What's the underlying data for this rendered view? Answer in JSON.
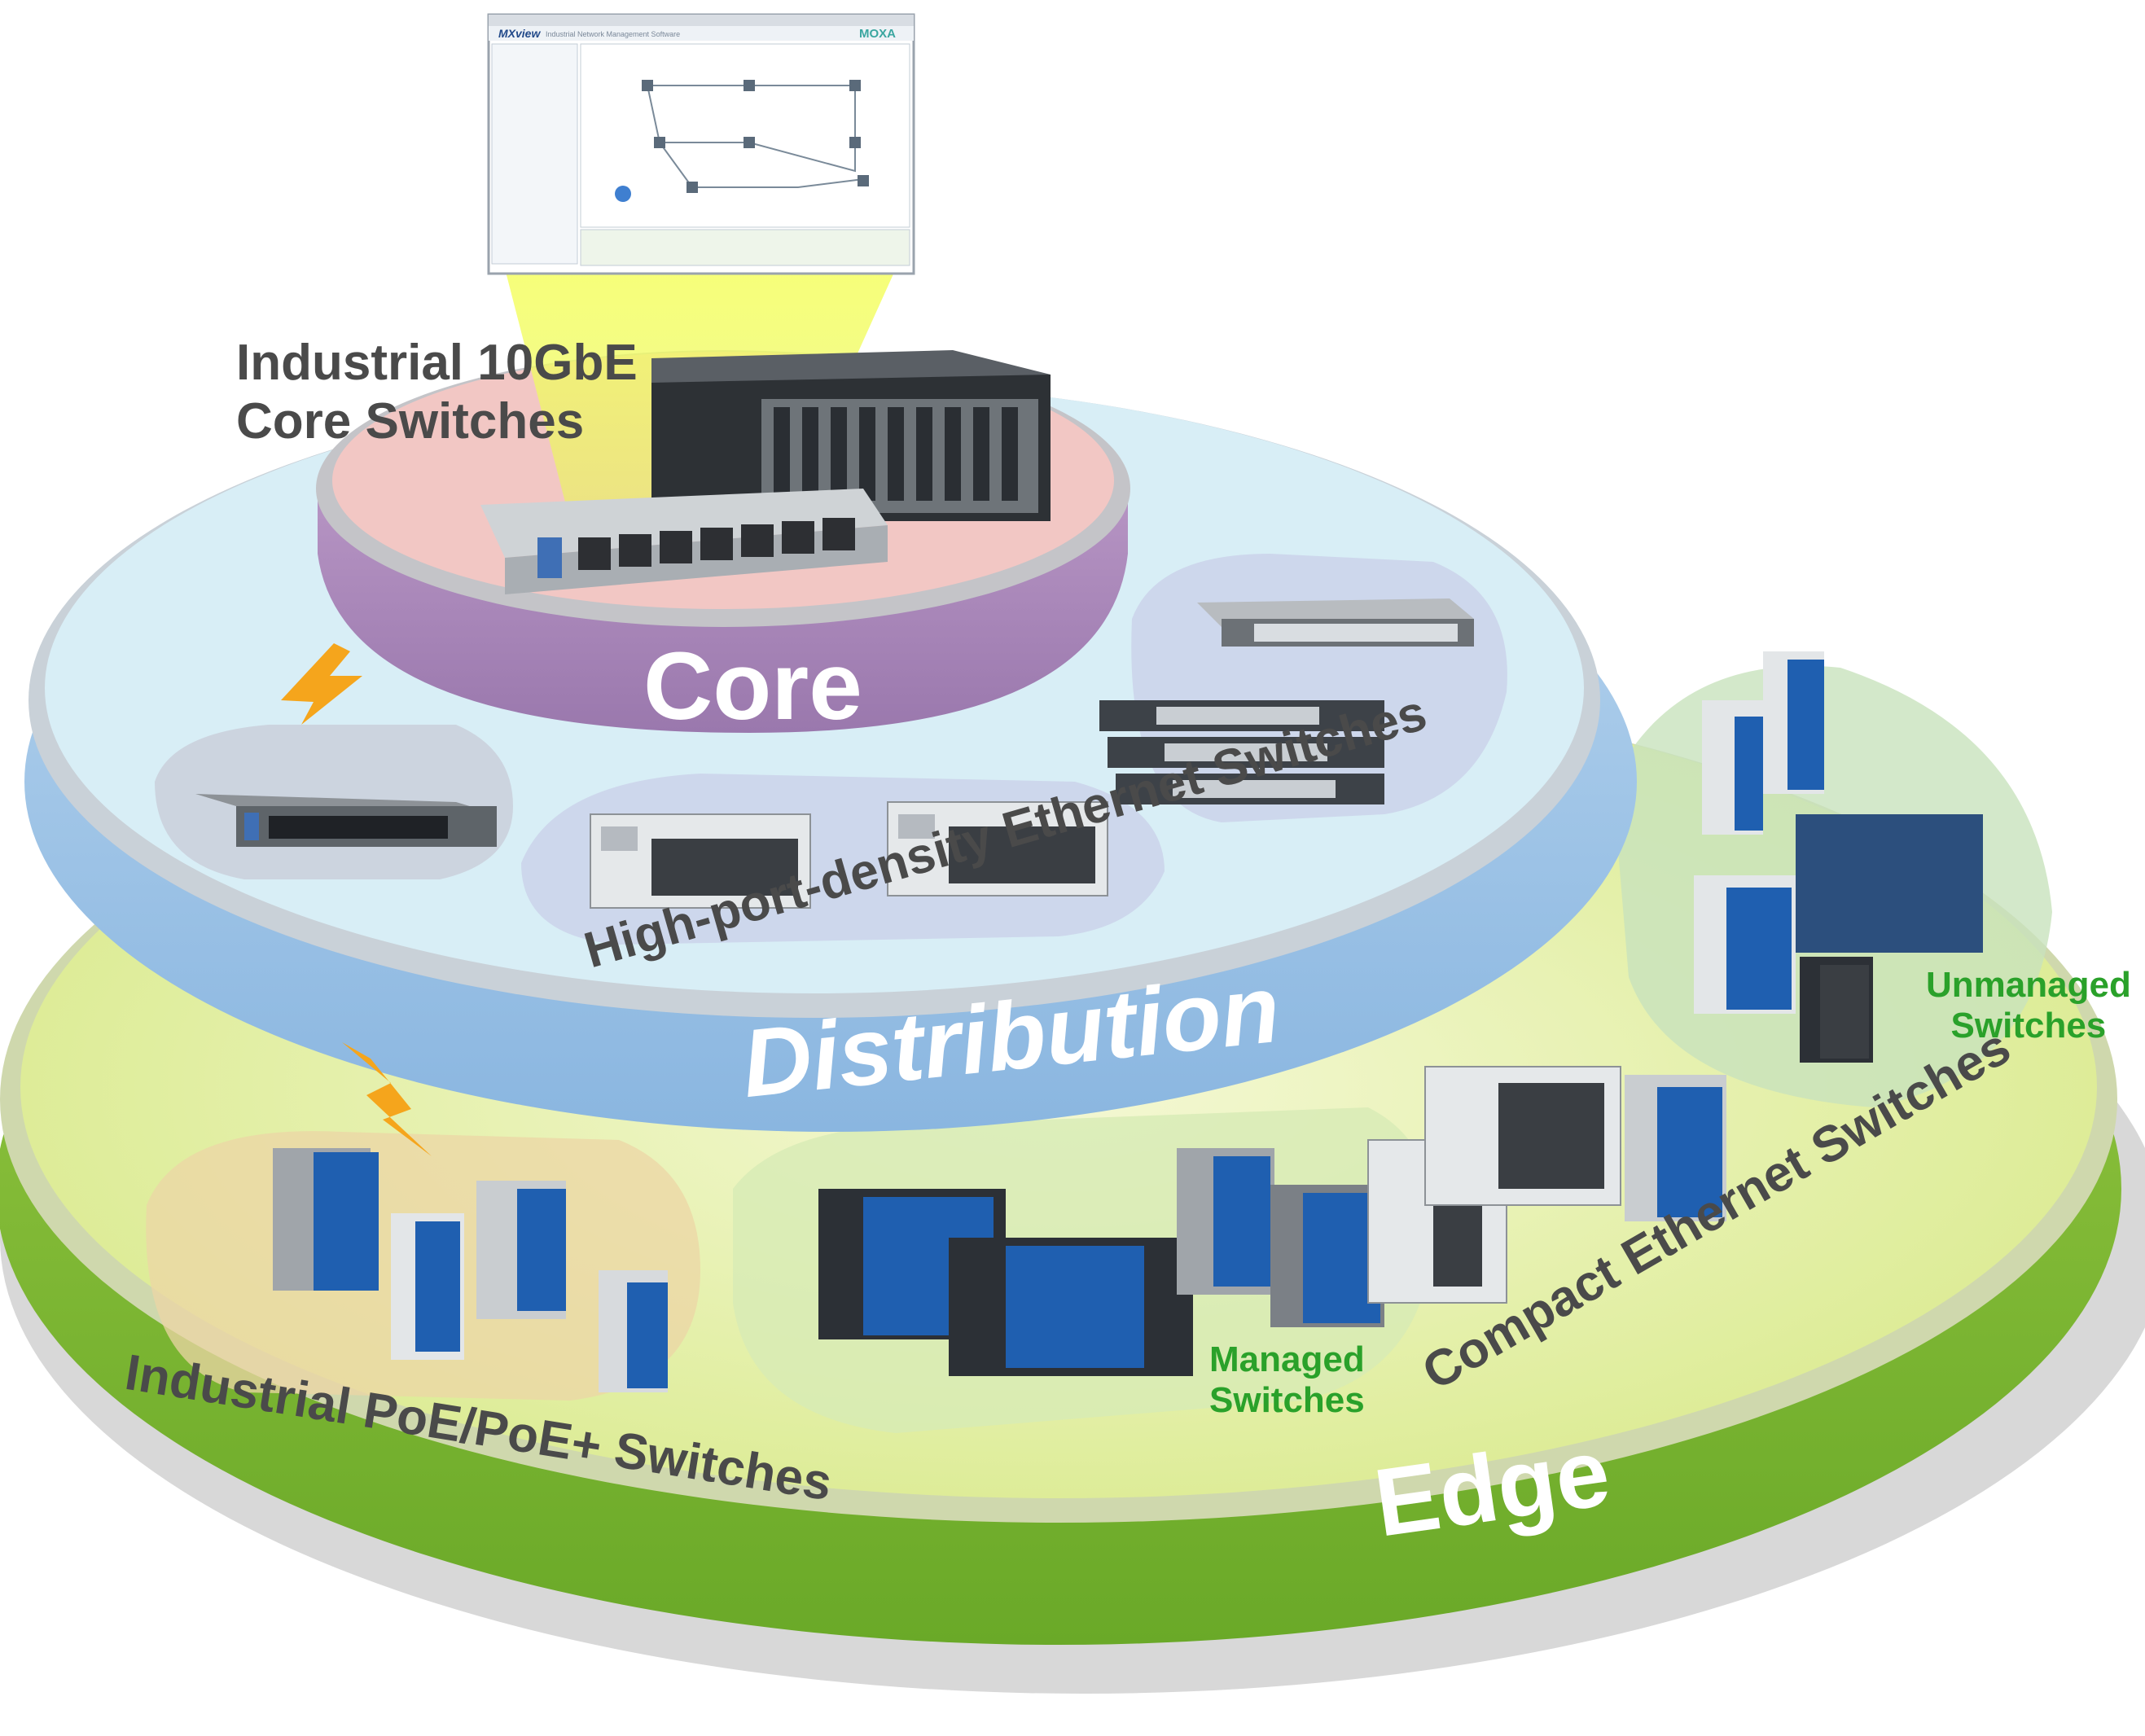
{
  "software": {
    "title": "MXview",
    "subtitle": "Industrial Network Management Software",
    "brand": "MOXA"
  },
  "tiers": {
    "core": {
      "name": "Core",
      "title_line1": "Industrial 10GbE",
      "title_line2": "Core Switches"
    },
    "distribution": {
      "name": "Distribution",
      "subtitle": "High-port-density Ethernet Switches"
    },
    "edge": {
      "name": "Edge",
      "poe": "Industrial PoE/PoE+ Switches",
      "compact": "Compact Ethernet Switches",
      "managed_line1": "Managed",
      "managed_line2": "Switches",
      "unmanaged_line1": "Unmanaged",
      "unmanaged_line2": "Switches"
    }
  },
  "colors": {
    "core_top": "#f2c7c4",
    "core_side": "#a985b8",
    "distribution_top": "#d6eef7",
    "distribution_side": "#9fc4e6",
    "edge_top": "#e6f0b0",
    "edge_side": "#8dc23f",
    "label_green": "#2aa12a",
    "label_dark": "#4a4a4a",
    "lightning": "#f5a51c"
  }
}
